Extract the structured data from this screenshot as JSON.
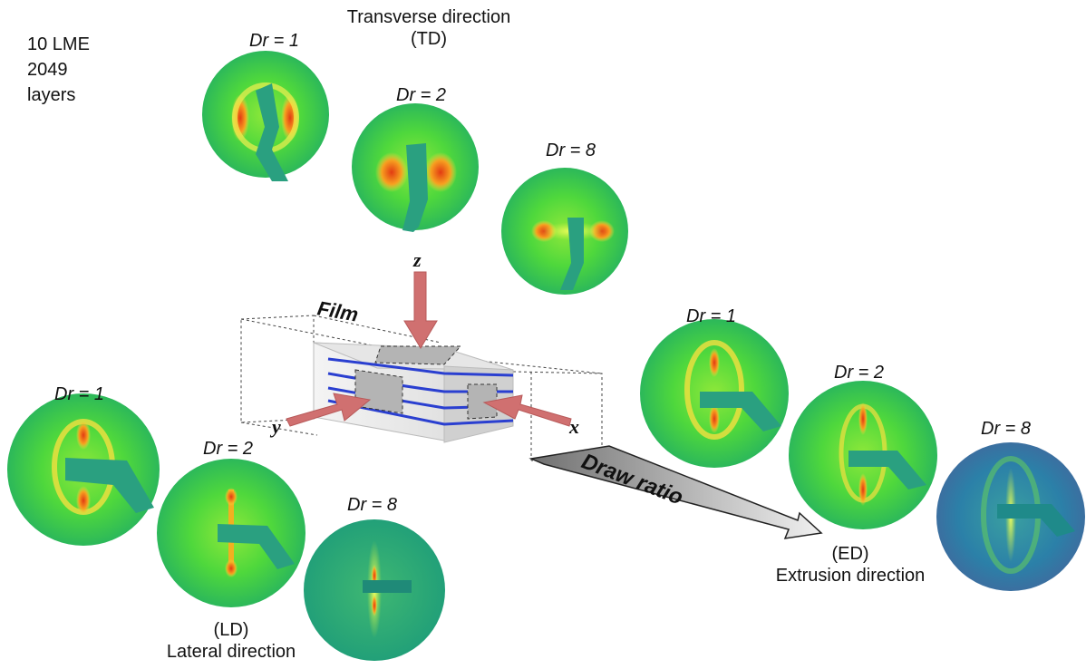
{
  "sample": {
    "line1": "10 LME",
    "line2": "2049",
    "line3": "layers"
  },
  "td": {
    "title": "Transverse direction",
    "abbr": "(TD)",
    "axis": "z"
  },
  "ld": {
    "abbr": "(LD)",
    "title": "Lateral direction",
    "axis": "y"
  },
  "ed": {
    "abbr": "(ED)",
    "title": "Extrusion direction",
    "axis": "x"
  },
  "film_label": "Film",
  "draw_ratio_label": "Draw ratio",
  "dr_labels": {
    "dr1": "Dr = 1",
    "dr2": "Dr = 2",
    "dr8": "Dr = 8"
  },
  "colors": {
    "arrow": "#d07070",
    "layer_line": "#2a3fd0",
    "pattern_green": "#39d63a",
    "pattern_blue": "#2c7fa8",
    "hot": "#e03a10"
  }
}
